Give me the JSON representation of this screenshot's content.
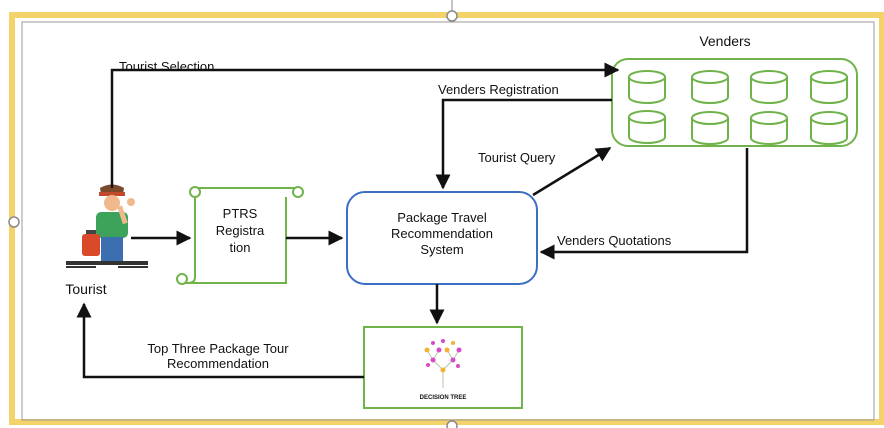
{
  "labels": {
    "tourist_selection": "Tourist Selection",
    "venders": "Venders",
    "venders_registration": "Venders Registration",
    "tourist_query": "Tourist Query",
    "venders_quotations": "Venders Quotations",
    "tourist": "Tourist",
    "ptrs_line1": "PTRS",
    "ptrs_line2": "Registra",
    "ptrs_line3": "tion",
    "system_line1": "Package Travel",
    "system_line2": "Recommendation",
    "system_line3": "System",
    "top_three_line1": "Top Three Package Tour",
    "top_three_line2": "Recommendation",
    "decision_tree": "DECISION TREE"
  },
  "colors": {
    "frame": "#f5d36b",
    "green": "#6fb34a",
    "blue": "#3c6fc4",
    "arrow": "#111111"
  },
  "icons": {
    "tourist": "tourist-with-luggage-icon",
    "database": "database-cylinder-icon",
    "decision_tree": "decision-tree-icon"
  }
}
